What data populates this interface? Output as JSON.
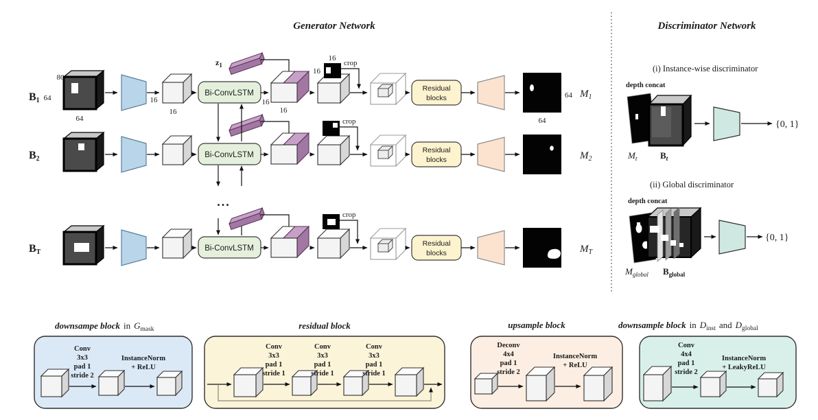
{
  "colors": {
    "downsample_trapezoid": "#b9d5ea",
    "lstm_box": "#e4f0dc",
    "z_purple_top": "#c7a0c7",
    "z_purple_side": "#a377a3",
    "residual_box": "#fdf3cf",
    "upsample_trapezoid": "#fbe3d0",
    "discriminator_trapezoid": "#cfe9e2",
    "legend_downsample_g": "#dbe9f7",
    "legend_residual": "#fcf4d9",
    "legend_upsample": "#fceee2",
    "legend_downsample_d": "#d9f0ea"
  },
  "generator": {
    "title": "Generator Network",
    "ellipsis": "...",
    "rows": [
      {
        "input_label": "B",
        "input_sub": "1",
        "input_dim_side": "64",
        "dim_top": "80",
        "dim_bottom": "64",
        "enc_dim_left": "16",
        "enc_dim_bottom": "16",
        "lstm": "Bi-ConvLSTM",
        "out_dim_left": "16",
        "out_dim_bottom": "16",
        "z_label": "z",
        "z_sub": "1",
        "crop_dim_top": "16",
        "crop_dim_left": "16",
        "crop": "crop",
        "residual_line1": "Residual",
        "residual_line2": "blocks",
        "mask_dim_right": "64",
        "mask_dim_bottom": "64",
        "output_label": "M",
        "output_sub": "1"
      },
      {
        "input_label": "B",
        "input_sub": "2",
        "lstm": "Bi-ConvLSTM",
        "crop": "crop",
        "residual_line1": "Residual",
        "residual_line2": "blocks",
        "output_label": "M",
        "output_sub": "2"
      },
      {
        "input_label": "B",
        "input_sub": "T",
        "lstm": "Bi-ConvLSTM",
        "crop": "crop",
        "residual_line1": "Residual",
        "residual_line2": "blocks",
        "output_label": "M",
        "output_sub": "T"
      }
    ]
  },
  "discriminator": {
    "title": "Discriminator Network",
    "instance": {
      "heading": "(i) Instance-wise discriminator",
      "depth_concat": "depth concat",
      "mask_label": "M",
      "mask_sub": "t",
      "input_label": "B",
      "input_sub": "t",
      "output": "{0, 1}"
    },
    "global": {
      "heading": "(ii) Global discriminator",
      "depth_concat": "depth concat",
      "mask_label": "M",
      "mask_sub": "global",
      "input_label": "B",
      "input_sub": "global",
      "output": "{0, 1}"
    }
  },
  "legend": {
    "downsample_g": {
      "title_main": "downsampe block",
      "title_mid": "in",
      "title_math": "G",
      "title_math_sub": "mask",
      "op1": [
        "Conv",
        "3x3",
        "pad 1",
        "stride 2"
      ],
      "op2": [
        "InstanceNorm",
        "+ ReLU"
      ]
    },
    "residual": {
      "title_main": "residual block",
      "op1": [
        "Conv",
        "3x3",
        "pad 1",
        "stride 1"
      ],
      "op2": [
        "Conv",
        "3x3",
        "pad 1",
        "stride 1"
      ],
      "op3": [
        "Conv",
        "3x3",
        "pad 1",
        "stride 1"
      ]
    },
    "upsample": {
      "title_main": "upsample block",
      "op1": [
        "Deconv",
        "4x4",
        "pad 1",
        "stride 2"
      ],
      "op2": [
        "InstanceNorm",
        "+ ReLU"
      ]
    },
    "downsample_d": {
      "title_main": "downsample block",
      "title_mid": "in",
      "title_math1": "D",
      "title_math1_sub": "inst",
      "title_and": "and",
      "title_math2": "D",
      "title_math2_sub": "global",
      "op1": [
        "Conv",
        "4x4",
        "pad 1",
        "stride 2"
      ],
      "op2": [
        "InstanceNorm",
        "+ LeakyReLU"
      ]
    }
  }
}
